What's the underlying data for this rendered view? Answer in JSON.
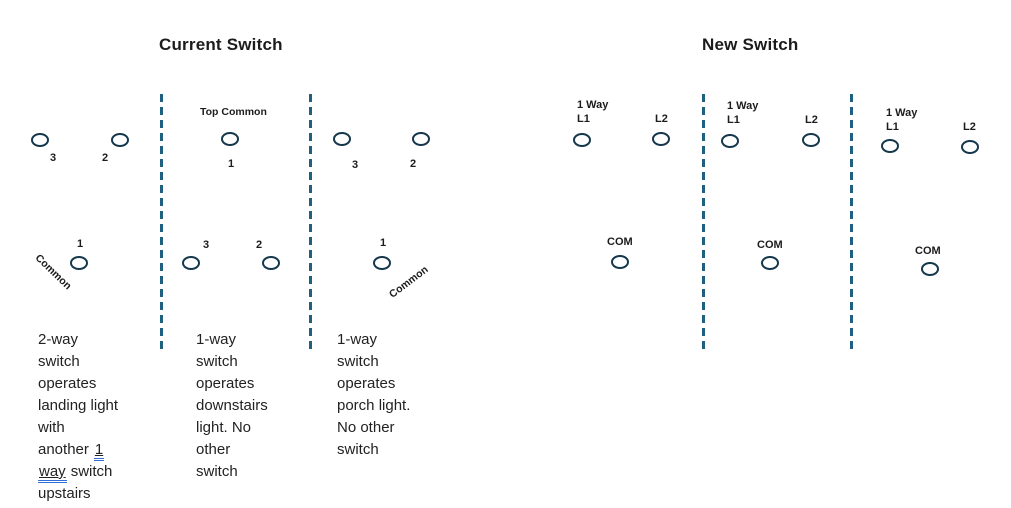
{
  "colors": {
    "terminal_stroke": "#16384c",
    "divider": "#1f6080",
    "text_primary": "#1c1c1c",
    "underline_blue": "#2f6fd6"
  },
  "current_switch": {
    "title": "Current Switch",
    "panel_2way": {
      "terminal_3": "3",
      "terminal_2": "2",
      "terminal_1": "1",
      "common_label": "Common",
      "desc_lines": [
        "2-way",
        "switch",
        "operates",
        "landing light",
        "with"
      ],
      "desc_line6_prefix": "another",
      "desc_line6_underlined": "1",
      "desc_line7_underlined": "way",
      "desc_line7_suffix": "switch",
      "desc_line8": "upstairs"
    },
    "panel_1way_downstairs": {
      "top_label": "Top Common",
      "terminal_1": "1",
      "terminal_3": "3",
      "terminal_2": "2",
      "desc_lines": [
        "1-way",
        "switch",
        "operates",
        "downstairs",
        "light. No",
        "other",
        "switch"
      ]
    },
    "panel_1way_porch": {
      "terminal_3": "3",
      "terminal_2": "2",
      "terminal_1": "1",
      "common_label": "Common",
      "desc_lines": [
        "1-way",
        "switch",
        "operates",
        "porch light.",
        "No other",
        "switch"
      ]
    }
  },
  "new_switch": {
    "title": "New Switch",
    "panels": [
      {
        "way_label": "1 Way",
        "l1": "L1",
        "l2": "L2",
        "com": "COM"
      },
      {
        "way_label": "1 Way",
        "l1": "L1",
        "l2": "L2",
        "com": "COM"
      },
      {
        "way_label": "1 Way",
        "l1": "L1",
        "l2": "L2",
        "com": "COM"
      }
    ]
  }
}
